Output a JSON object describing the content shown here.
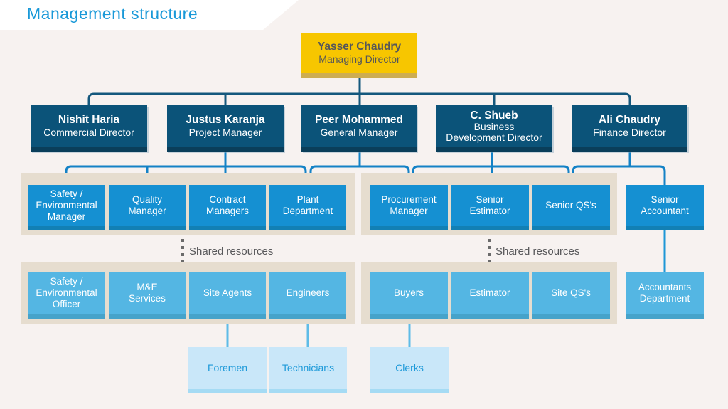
{
  "title": "Management structure",
  "colors": {
    "background": "#f7f2f0",
    "title_blue": "#1999d8",
    "managing_director_yellow": "#f7c600",
    "director_dark_blue": "#0b5379",
    "manager_mid_blue": "#1590d2",
    "officer_light_blue": "#54b6e3",
    "leaf_pale_blue": "#c9e7f9",
    "panel_beige": "#e6ddcf",
    "wire_dark": "#14587d",
    "wire_bright": "#1482c6",
    "wire_light": "#5fbce7"
  },
  "org": {
    "level1": {
      "name": "Yasser Chaudry",
      "role": "Managing Director"
    },
    "level2": [
      {
        "name": "Nishit Haria",
        "role": "Commercial Director"
      },
      {
        "name": "Justus Karanja",
        "role": "Project Manager"
      },
      {
        "name": "Peer Mohammed",
        "role": "General Manager"
      },
      {
        "name": "C. Shueb",
        "role": "Business\nDevelopment Director"
      },
      {
        "name": "Ali Chaudry",
        "role": "Finance Director"
      }
    ],
    "level3_left": [
      "Safety /\nEnvironmental\nManager",
      "Quality\nManager",
      "Contract\nManagers",
      "Plant\nDepartment"
    ],
    "level3_right": [
      "Procurement\nManager",
      "Senior\nEstimator",
      "Senior QS's"
    ],
    "level3_standalone": "Senior\nAccountant",
    "shared_left_label": "Shared resources",
    "shared_right_label": "Shared resources",
    "level4_left": [
      "Safety /\nEnvironmental\nOfficer",
      "M&E\nServices",
      "Site Agents",
      "Engineers"
    ],
    "level4_right": [
      "Buyers",
      "Estimator",
      "Site QS's"
    ],
    "level4_standalone": "Accountants\nDepartment",
    "level5": [
      "Foremen",
      "Technicians",
      "Clerks"
    ]
  }
}
